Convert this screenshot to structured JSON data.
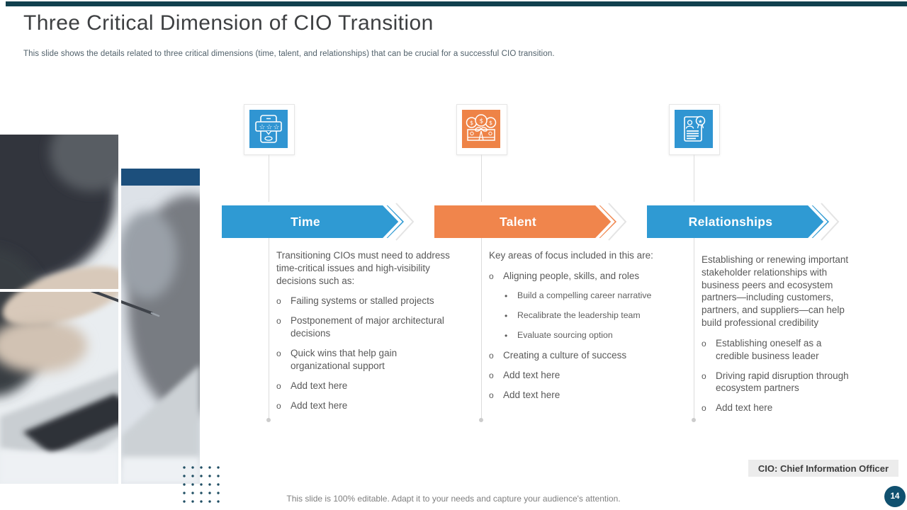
{
  "slide": {
    "title": "Three Critical Dimension of CIO Transition",
    "subtitle": "This slide shows the details related to three critical dimensions (time, talent, and relationships) that can be crucial for a successful CIO transition.",
    "footer_note": "This slide is 100% editable. Adapt it to your needs and capture your audience's attention.",
    "abbreviation": "CIO: Chief Information Officer",
    "page_number": "14"
  },
  "glyphs": {
    "bullet": "o",
    "sub_bullet": "•"
  },
  "colors": {
    "accent_blue": "#2f9ad3",
    "accent_orange": "#f0854c",
    "top_bar_teal": "#11404e",
    "navy_block": "#1c4f7c",
    "page_badge": "#10506f",
    "body_text": "#595959"
  },
  "columns": [
    {
      "id": "time",
      "icon": "mobile-rating-icon",
      "banner": "Time",
      "intro": "Transitioning CIOs must need to address time-critical issues and high-visibility decisions such as:",
      "bullets": [
        {
          "text": "Failing systems or stalled projects"
        },
        {
          "text": "Postponement of major architectural decisions"
        },
        {
          "text": "Quick wins that help gain organizational support"
        },
        {
          "text": "Add text here"
        },
        {
          "text": "Add text here"
        }
      ]
    },
    {
      "id": "talent",
      "icon": "money-reward-icon",
      "banner": "Talent",
      "intro": "Key areas of focus included in this are:",
      "bullets": [
        {
          "text": "Aligning people, skills, and roles",
          "subs": [
            "Build a compelling career narrative",
            "Recalibrate the leadership team",
            "Evaluate sourcing option"
          ]
        },
        {
          "text": "Creating a culture of success"
        },
        {
          "text": "Add text here"
        },
        {
          "text": "Add text here"
        }
      ]
    },
    {
      "id": "relationships",
      "icon": "certificate-document-icon",
      "banner": "Relationships",
      "intro": "Establishing or renewing important stakeholder relationships with business peers and ecosystem partners—including customers, partners, and suppliers—can help build professional credibility",
      "bullets": [
        {
          "text": "Establishing oneself as a credible business leader"
        },
        {
          "text": "Driving rapid disruption through ecosystem partners"
        },
        {
          "text": "Add text here"
        }
      ]
    }
  ]
}
